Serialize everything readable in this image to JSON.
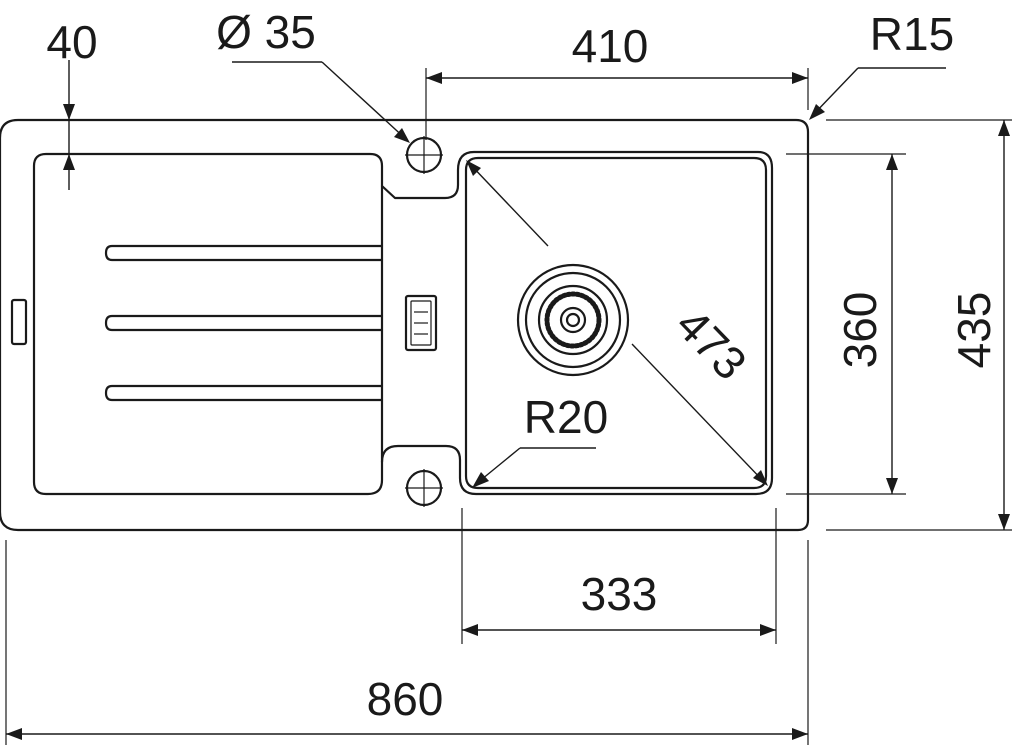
{
  "diagram": {
    "dimensions": {
      "overall_width": "860",
      "bowl_inner_width": "333",
      "bowl_outer_width": "410",
      "overall_depth": "435",
      "bowl_depth": "360",
      "bowl_diagonal": "473",
      "corner_radius_outer": "R15",
      "corner_radius_bowl": "R20",
      "tap_hole_diameter": "Ø 35",
      "drainer_offset": "40"
    },
    "colors": {
      "stroke": "#1a1a1a",
      "background": "#ffffff"
    },
    "icons": [
      "strainer-icon",
      "tap-hole-icon",
      "overflow-icon",
      "logo-plate-icon"
    ]
  }
}
